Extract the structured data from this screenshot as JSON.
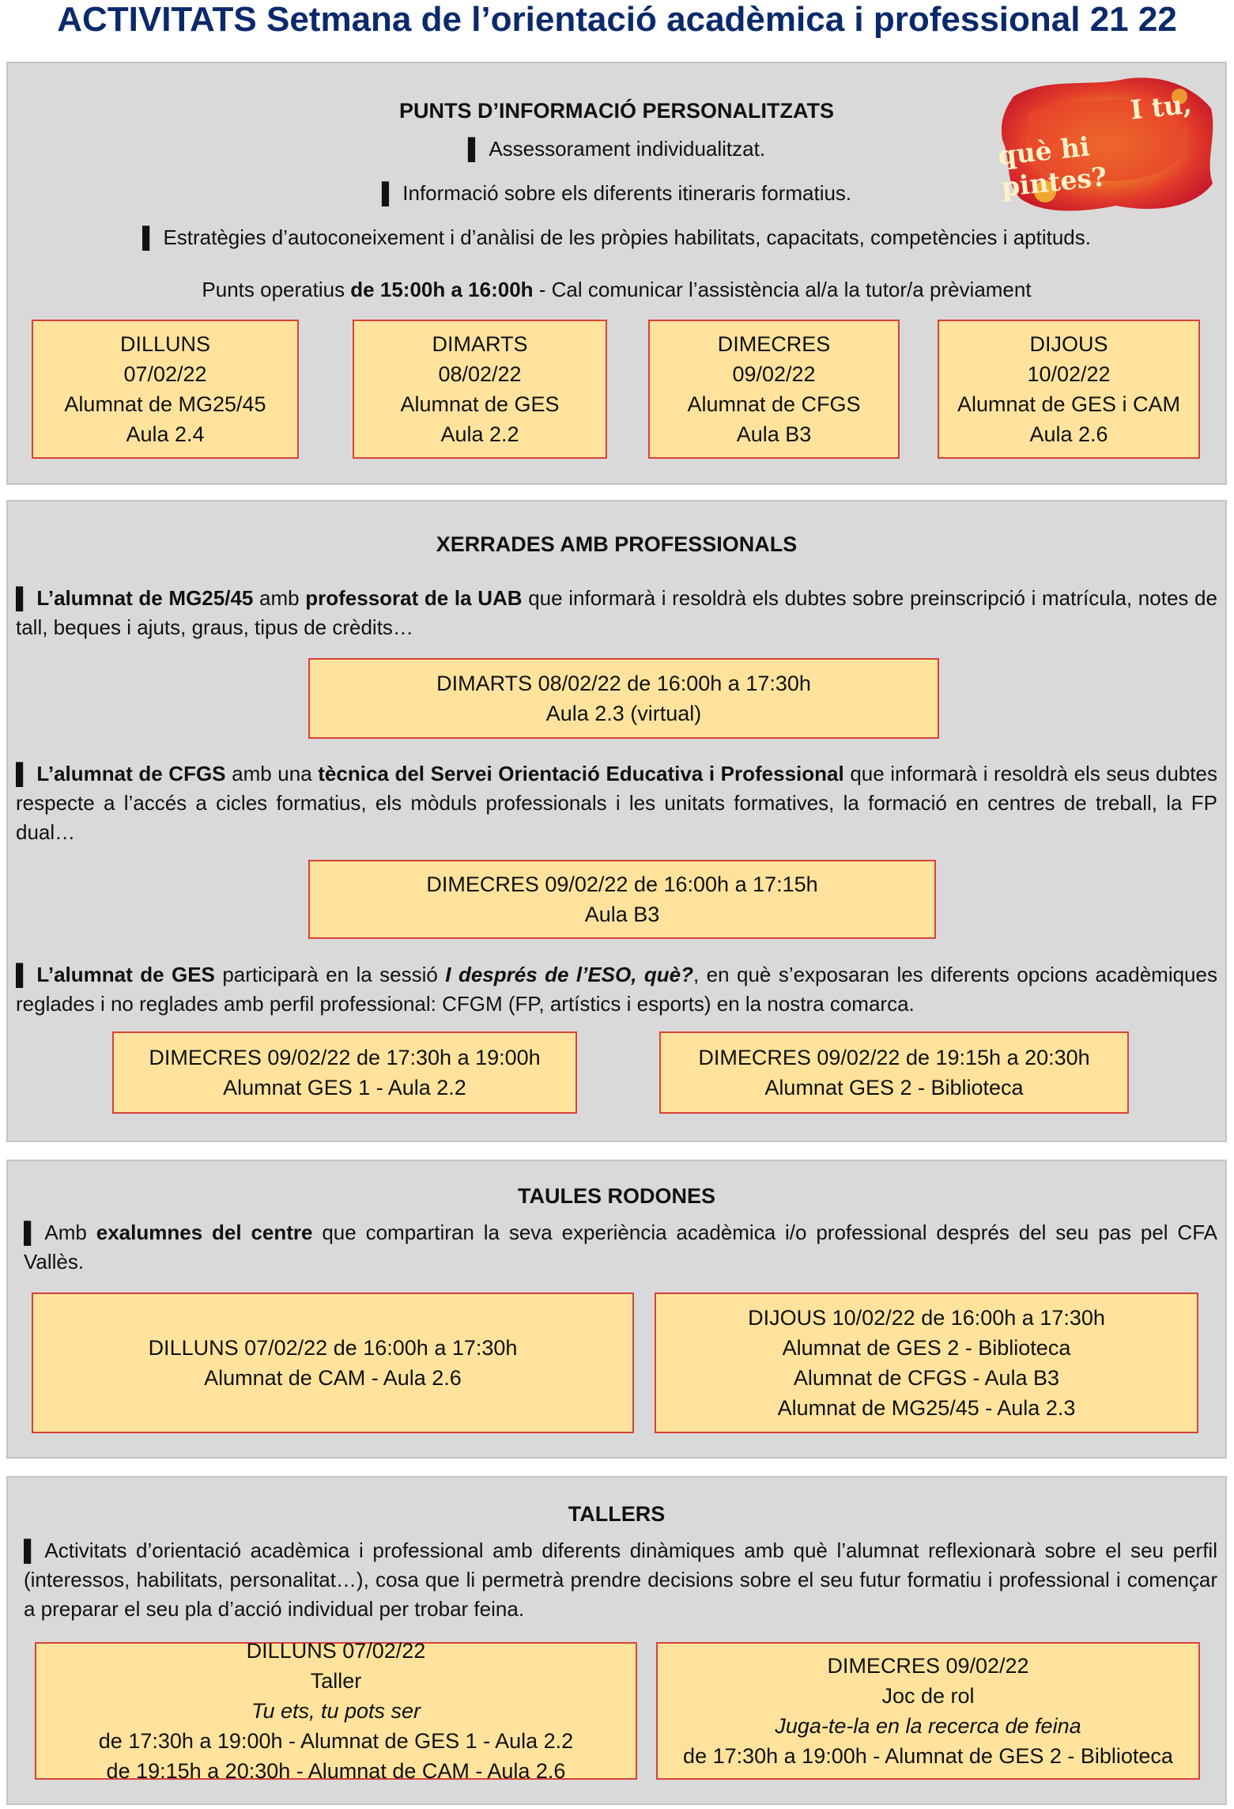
{
  "title": "ACTIVITATS Setmana de l’orientació acadèmica i professional 21 22",
  "logo": {
    "line1": "I tu,",
    "line2": "què hi pintes?"
  },
  "colors": {
    "title": "#0b2a6b",
    "panel": "#d9d9d9",
    "box_fill": "#ffe39c",
    "box_border": "#d9423a"
  },
  "bullet_glyph": "▌",
  "punts": {
    "heading": "PUNTS D’INFORMACIÓ PERSONALITZATS",
    "items": [
      "Assessorament individualitzat.",
      "Informació sobre els diferents itineraris formatius.",
      "Estratègies d’autoconeixement i d’anàlisi de les pròpies habilitats, capacitats, competències i aptituds."
    ],
    "hours_pre": "Punts operatius ",
    "hours_bold": "de 15:00h a 16:00h",
    "hours_post": " - Cal comunicar l’assistència al/a la tutor/a prèviament",
    "days": [
      {
        "day": "DILLUNS",
        "date": "07/02/22",
        "group": "Alumnat de MG25/45",
        "room": "Aula 2.4"
      },
      {
        "day": "DIMARTS",
        "date": "08/02/22",
        "group": "Alumnat de GES",
        "room": "Aula 2.2"
      },
      {
        "day": "DIMECRES",
        "date": "09/02/22",
        "group": "Alumnat de CFGS",
        "room": "Aula B3"
      },
      {
        "day": "DIJOUS",
        "date": "10/02/22",
        "group": "Alumnat de GES i CAM",
        "room": "Aula 2.6"
      }
    ]
  },
  "xerrades": {
    "heading": "XERRADES AMB PROFESSIONALS",
    "p1": {
      "b1": "L’alumnat de MG25/45",
      "t1": " amb ",
      "b2": "professorat de la UAB",
      "t2": " que informarà i resoldrà els dubtes sobre preinscripció i matrícula, notes de tall, beques i ajuts, graus, tipus de crèdits…"
    },
    "box1": {
      "l1": "DIMARTS 08/02/22  de 16:00h a 17:30h",
      "l2": "Aula 2.3 (virtual)"
    },
    "p2": {
      "b1": "L’alumnat de CFGS",
      "t1": " amb una ",
      "b2": "tècnica del Servei Orientació Educativa i Professional",
      "t2": " que informarà i resoldrà els seus dubtes respecte a l’accés a cicles formatius, els mòduls professionals i les unitats formatives, la formació en centres de treball, la FP dual…"
    },
    "box2": {
      "l1": "DIMECRES 09/02/22  de 16:00h a 17:15h",
      "l2": "Aula B3"
    },
    "p3": {
      "b1": "L’alumnat de GES",
      "t1": " participarà en la sessió ",
      "bi": "I després de l’ESO, què?",
      "t2": ", en què s’exposaran les diferents opcions acadèmiques reglades i no reglades amb perfil professional: CFGM (FP, artístics i esports) en la nostra comarca."
    },
    "box3": {
      "l1": "DIMECRES 09/02/22  de 17:30h a 19:00h",
      "l2": "Alumnat GES 1 - Aula 2.2"
    },
    "box4": {
      "l1": "DIMECRES 09/02/22  de 19:15h a 20:30h",
      "l2": "Alumnat GES 2 - Biblioteca"
    }
  },
  "taules": {
    "heading": "TAULES RODONES",
    "p": {
      "t1": "Amb ",
      "b1": "exalumnes del centre",
      "t2": " que compartiran la seva experiència acadèmica i/o professional després del seu pas pel CFA Vallès."
    },
    "box1": {
      "l1": "DILLUNS 07/02/22 de 16:00h a 17:30h",
      "l2": "Alumnat de CAM - Aula 2.6"
    },
    "box2": {
      "l1": "DIJOUS 10/02/22 de 16:00h a 17:30h",
      "l2": "Alumnat de GES 2 - Biblioteca",
      "l3": "Alumnat de CFGS - Aula B3",
      "l4": "Alumnat de MG25/45 - Aula 2.3"
    }
  },
  "tallers": {
    "heading": "TALLERS",
    "p": "Activitats d’orientació acadèmica i professional amb diferents dinàmiques amb què l’alumnat reflexionarà sobre el seu perfil (interessos, habilitats, personalitat…), cosa que li permetrà prendre decisions sobre el seu futur formatiu i professional i començar a preparar el seu pla d’acció individual per trobar feina.",
    "box1": {
      "l1": "DILLUNS 07/02/22",
      "l2_pre": "Taller ",
      "l2_it": "Tu ets, tu pots ser",
      "l3": "de 17:30h a 19:00h - Alumnat de GES 1 - Aula 2.2",
      "l4": "de 19:15h a 20:30h - Alumnat de CAM - Aula 2.6"
    },
    "box2": {
      "l1": "DIMECRES 09/02/22",
      "l2_pre": "Joc de rol ",
      "l2_it": "Juga-te-la en la recerca de feina",
      "l3": "de 17:30h a 19:00h - Alumnat de GES 2 - Biblioteca"
    }
  }
}
